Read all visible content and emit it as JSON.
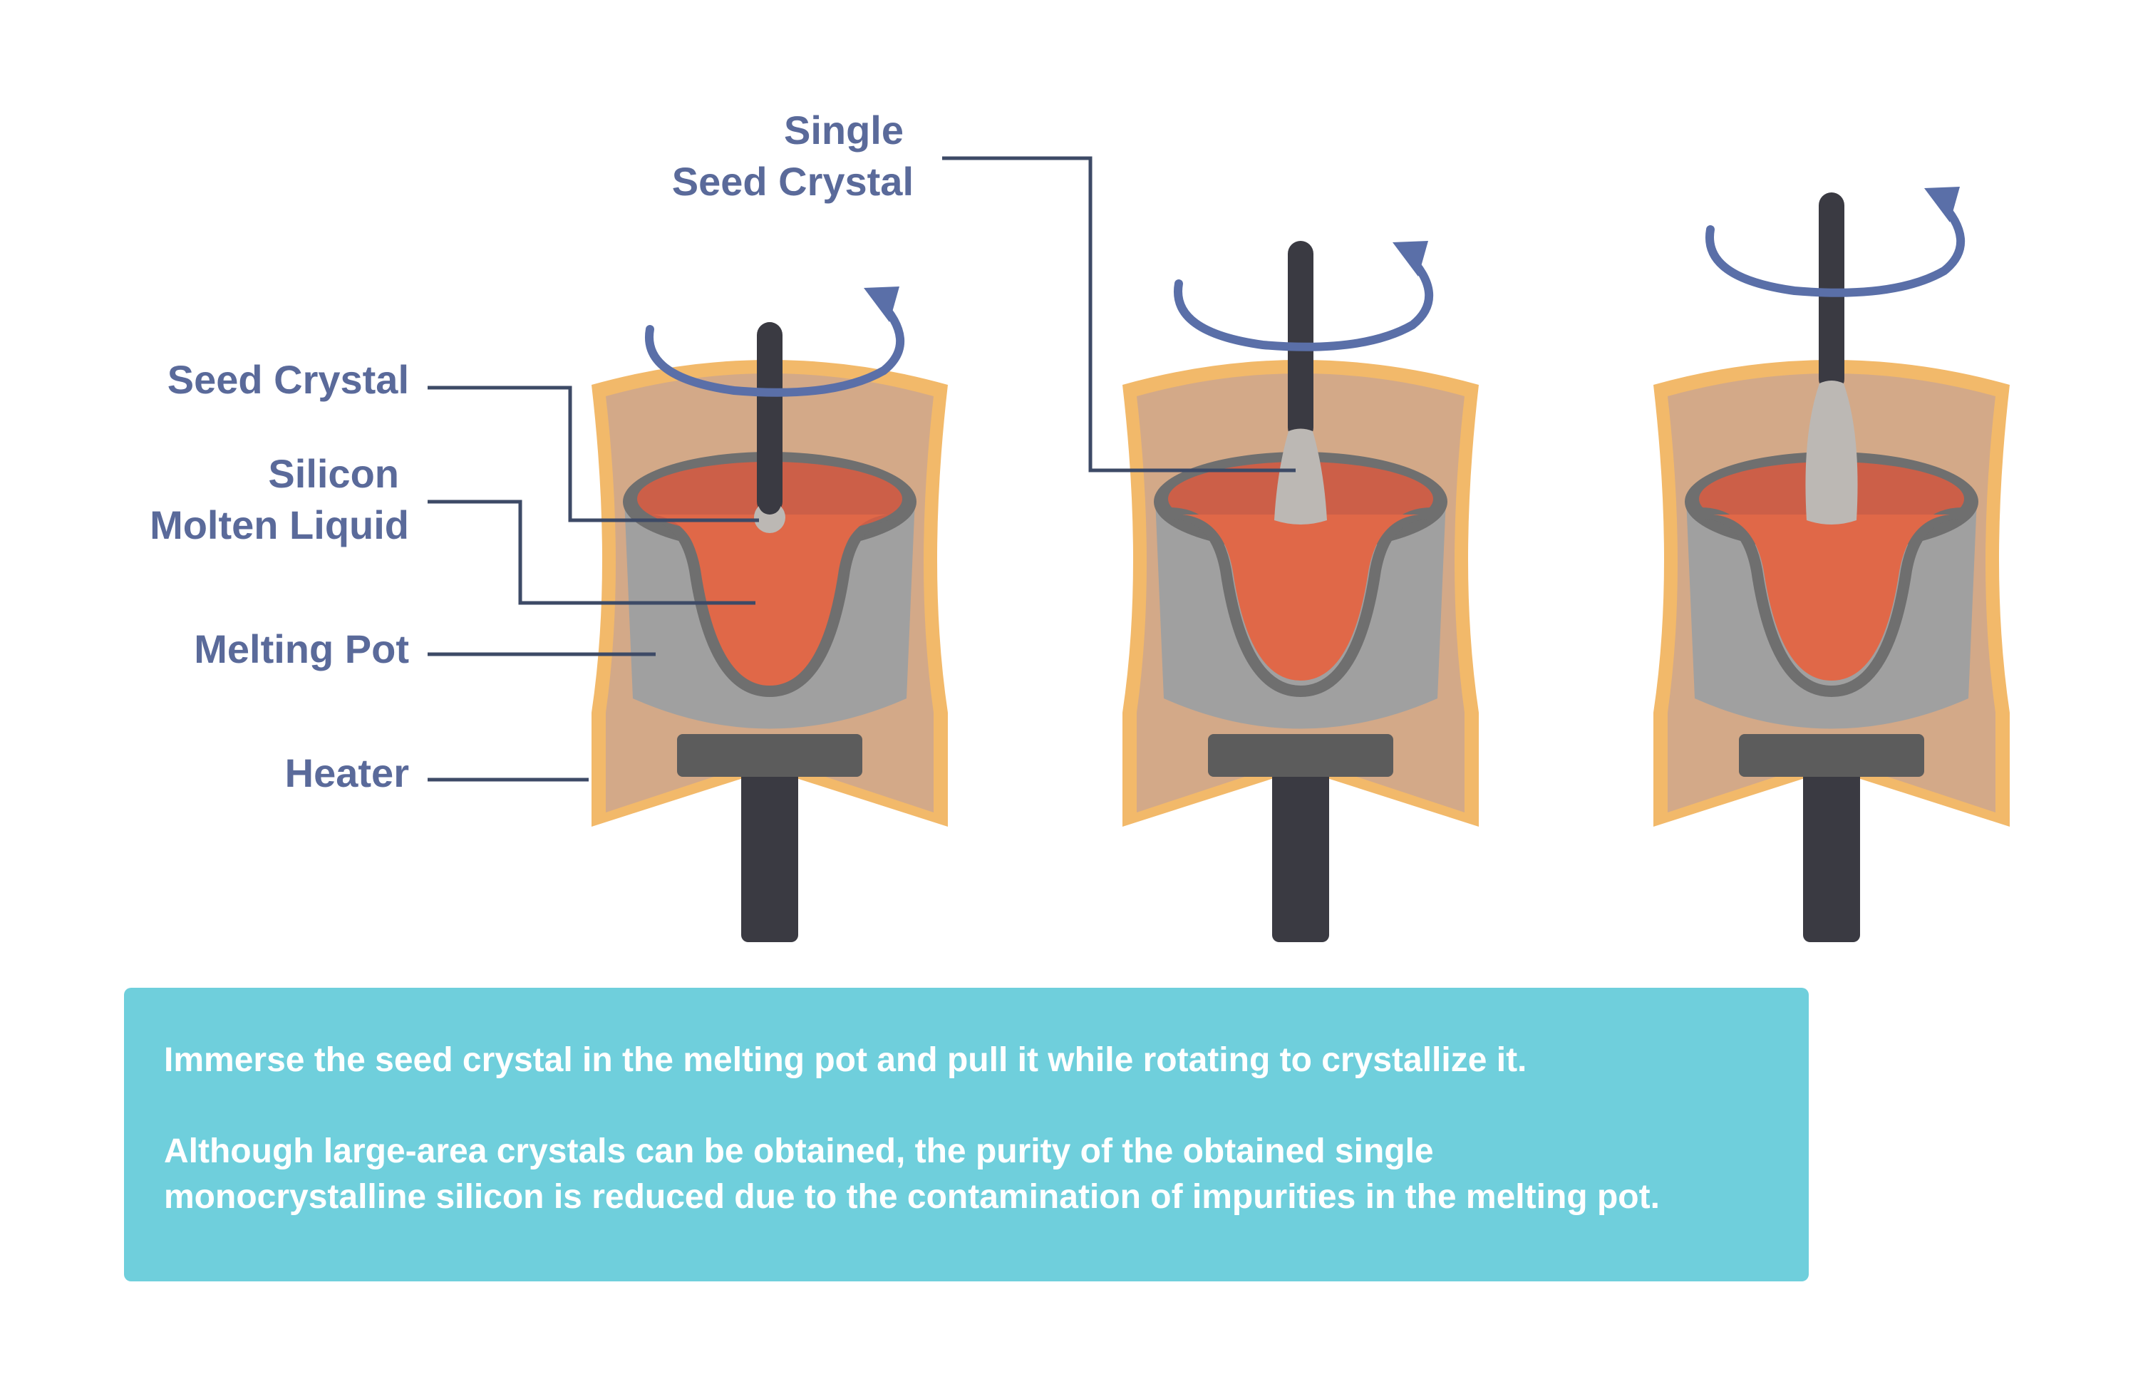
{
  "labels": {
    "seed_crystal": "Seed Crystal",
    "silicon_line1": "Silicon",
    "silicon_line2": "Molten Liquid",
    "melting_pot": "Melting Pot",
    "heater": "Heater",
    "single_line1": "Single",
    "single_line2": "Seed Crystal"
  },
  "stages": [
    {
      "crystal": "none"
    },
    {
      "crystal": "small"
    },
    {
      "crystal": "large"
    }
  ],
  "info": {
    "paragraph1": "Immerse the seed crystal in the melting pot and pull it while rotating to crystallize it.",
    "paragraph2_line1": "Although large-area crystals can be obtained, the purity of the obtained single",
    "paragraph2_line2": "monocrystalline silicon is reduced due to the contamination of impurities in the melting pot."
  },
  "colors": {
    "heater_outer": "#f2b96a",
    "heater_inner": "#d3a988",
    "pot_body": "#a0a0a0",
    "pot_rim": "#6f6f6f",
    "molten_top": "#cc5f48",
    "molten_body": "#e06848",
    "rod": "#3a3a42",
    "pedestal": "#5c5c5c",
    "crystal": "#bcb8b4",
    "arrow": "#5a6fa8",
    "label_text": "#5a6a9a",
    "leader_line": "#3d4a66",
    "info_background": "#6fcfdc"
  }
}
